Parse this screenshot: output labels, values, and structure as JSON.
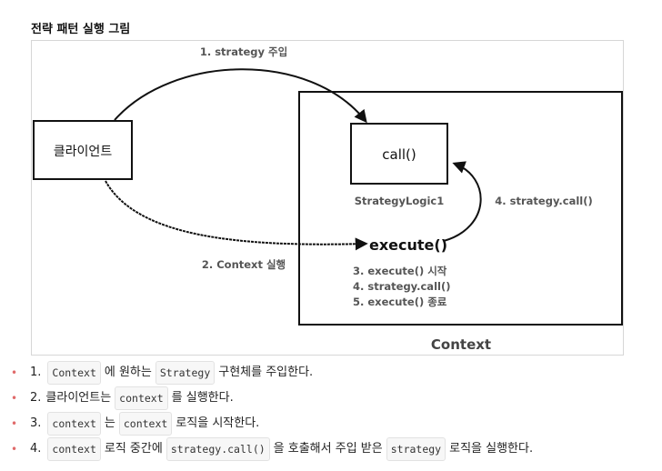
{
  "title": "전략 패턴 실행 그림",
  "diagram": {
    "client_label": "클라이언트",
    "context_label": "Context",
    "call_label": "call()",
    "strategy_logic_label": "StrategyLogic1",
    "execute_label": "execute()",
    "arrow1_label": "1. strategy 주입",
    "arrow2_label": "2. Context 실행",
    "arrow4_label": "4. strategy.call()",
    "steps": [
      "3. execute() 시작",
      "4. strategy.call()",
      "5. execute() 종료"
    ]
  },
  "bullets": [
    {
      "num": "1.",
      "code1": "Context",
      "text1": "에 원하는",
      "code2": "Strategy",
      "text2": "구현체를 주입한다."
    },
    {
      "num": "2.",
      "text1": "클라이언트는",
      "code1": "context",
      "text2": "를 실행한다."
    },
    {
      "num": "3.",
      "code1": "context",
      "text1": "는",
      "code2": "context",
      "text2": "로직을 시작한다."
    },
    {
      "num": "4.",
      "code1": "context",
      "text1": "로직 중간에",
      "code2": "strategy.call()",
      "text2": "을 호출해서 주입 받은",
      "code3": "strategy",
      "text3": "로직을 실행한다."
    }
  ]
}
